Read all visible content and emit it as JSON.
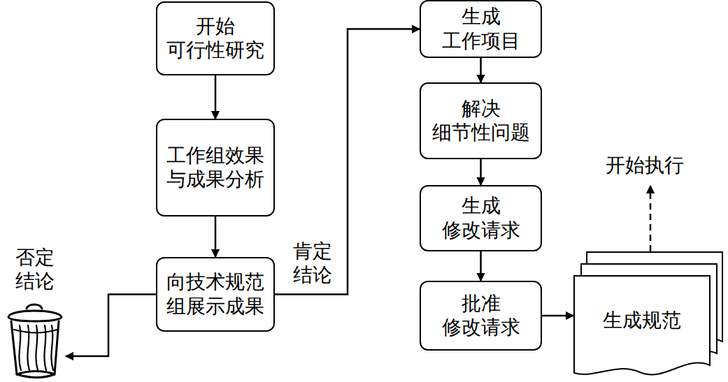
{
  "diagram": {
    "nodes": [
      {
        "text": [
          "开始 可行性研究"
        ]
      },
      {
        "text": [
          "工作组效果 与成果分析"
        ]
      },
      {
        "text": [
          "向技术规范 组展示成果"
        ]
      },
      {
        "text": [
          "生成 工作项目"
        ]
      },
      {
        "text": [
          "解决 细节性问题"
        ]
      },
      {
        "text": [
          "生成 修改请求"
        ]
      },
      {
        "text": [
          "批准 修改请求"
        ]
      },
      {
        "text": [
          "生成规范"
        ]
      },
      {
        "text": [
          "否定 结论"
        ]
      }
    ],
    "edges": [
      {
        "from": 0,
        "to": 1,
        "arrow": "to"
      },
      {
        "from": 1,
        "to": 2,
        "arrow": "to"
      },
      {
        "from": 2,
        "to": 3,
        "label": "肯定 结论",
        "arrow": "to"
      },
      {
        "from": 3,
        "to": 4,
        "arrow": "to"
      },
      {
        "from": 4,
        "to": 5,
        "arrow": "to"
      },
      {
        "from": 5,
        "to": 6,
        "arrow": "to"
      },
      {
        "from": 6,
        "to": 7,
        "arrow": "to"
      },
      {
        "from": 2,
        "to": 8,
        "arrow": "to"
      }
    ],
    "labels": [
      "开始执行"
    ]
  }
}
